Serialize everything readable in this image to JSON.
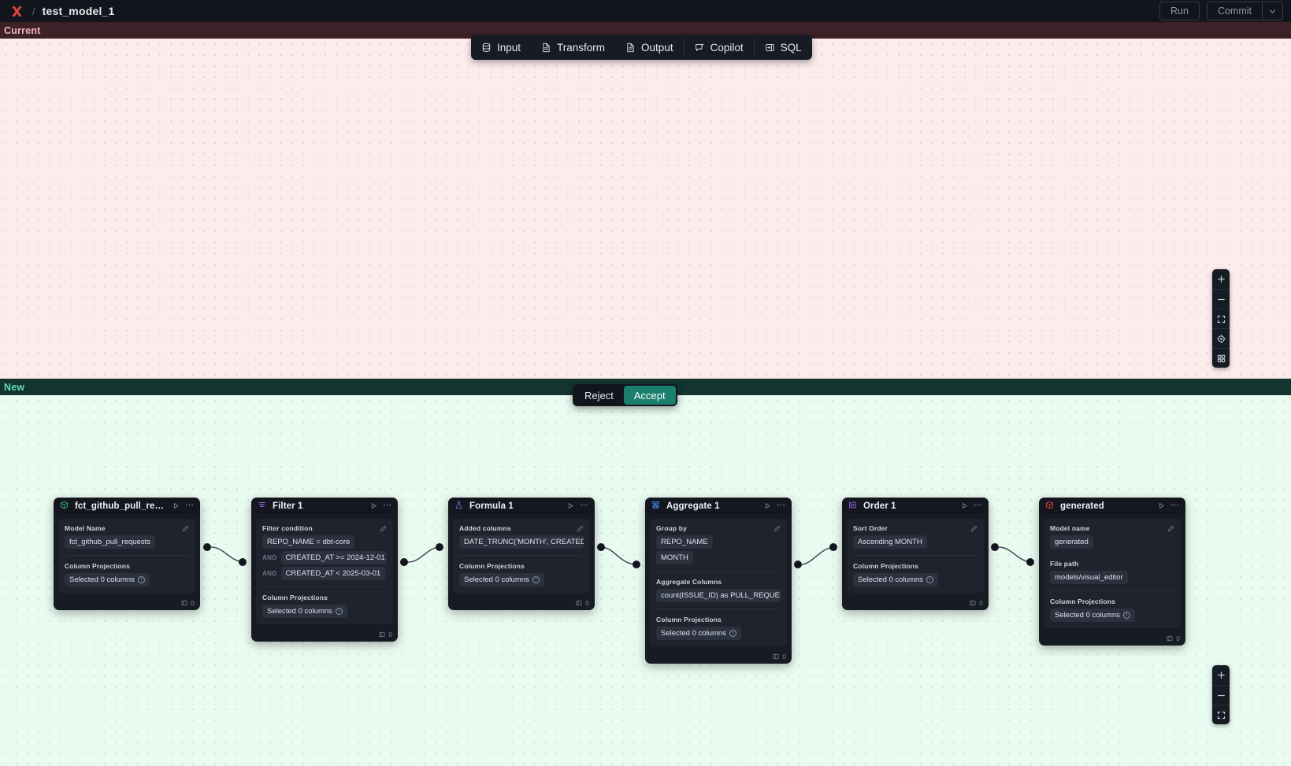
{
  "topbar": {
    "logo_icon": "x-logo-icon",
    "separator": "/",
    "title": "test_model_1",
    "run_label": "Run",
    "commit_label": "Commit",
    "commit_caret_icon": "chevron-down-icon"
  },
  "banners": {
    "current": "Current",
    "new": "New"
  },
  "mode_toolbar": {
    "items": [
      {
        "label": "Input",
        "icon": "database-icon"
      },
      {
        "label": "Transform",
        "icon": "file-text-icon"
      },
      {
        "label": "Output",
        "icon": "file-text-icon"
      },
      {
        "label": "Copilot",
        "icon": "chat-sparkle-icon"
      },
      {
        "label": "SQL",
        "icon": "sql-panel-icon"
      }
    ]
  },
  "decision": {
    "reject_label": "Reject",
    "accept_label": "Accept",
    "accept_color": "#1b7f6d"
  },
  "zoom_controls": {
    "top": [
      {
        "icon": "plus-icon"
      },
      {
        "icon": "minus-icon"
      },
      {
        "icon": "fit-screen-icon"
      },
      {
        "icon": "target-lock-icon"
      },
      {
        "icon": "grid-icon"
      }
    ],
    "bottom": [
      {
        "icon": "plus-icon"
      },
      {
        "icon": "minus-icon"
      },
      {
        "icon": "fit-screen-icon"
      }
    ]
  },
  "nodes": [
    {
      "id": "source",
      "title": "fct_github_pull_requests",
      "icon": "cube-icon-green",
      "icon_color": "#3bbf7f",
      "run_icon": "play-icon",
      "menu_icon": "ellipsis-icon",
      "rows_count": "0",
      "sections": [
        {
          "label": "Model Name",
          "has_pencil": true,
          "values": [
            {
              "text": "fct_github_pull_requests"
            }
          ]
        },
        {
          "label": "Column Projections",
          "has_pencil": false,
          "values": [
            {
              "text": "Selected 0 columns",
              "info": true
            }
          ]
        }
      ]
    },
    {
      "id": "filter1",
      "title": "Filter 1",
      "icon": "filter-icon-purple",
      "icon_color": "#9b6bf0",
      "run_icon": "play-icon",
      "menu_icon": "ellipsis-icon",
      "rows_count": "0",
      "sections": [
        {
          "label": "Filter condition",
          "has_pencil": true,
          "values": [
            {
              "text": "REPO_NAME = dbt-core"
            },
            {
              "conj": "AND",
              "text": "CREATED_AT >= 2024-12-01"
            },
            {
              "conj": "AND",
              "text": "CREATED_AT < 2025-03-01"
            }
          ]
        },
        {
          "label": "Column Projections",
          "has_pencil": false,
          "values": [
            {
              "text": "Selected 0 columns",
              "info": true
            }
          ]
        }
      ]
    },
    {
      "id": "formula1",
      "title": "Formula 1",
      "icon": "flask-icon-indigo",
      "icon_color": "#6c7ff2",
      "run_icon": "play-icon",
      "menu_icon": "ellipsis-icon",
      "rows_count": "0",
      "sections": [
        {
          "label": "Added columns",
          "has_pencil": true,
          "values": [
            {
              "text": "DATE_TRUNC('MONTH', CREATED_AT…"
            }
          ]
        },
        {
          "label": "Column Projections",
          "has_pencil": false,
          "values": [
            {
              "text": "Selected 0 columns",
              "info": true
            }
          ]
        }
      ]
    },
    {
      "id": "aggregate1",
      "title": "Aggregate 1",
      "icon": "aggregate-icon-blue",
      "icon_color": "#4f8ef7",
      "run_icon": "play-icon",
      "menu_icon": "ellipsis-icon",
      "rows_count": "0",
      "sections": [
        {
          "label": "Group by",
          "has_pencil": true,
          "values": [
            {
              "text": "REPO_NAME"
            },
            {
              "text": "MONTH"
            }
          ]
        },
        {
          "label": "Aggregate Columns",
          "has_pencil": false,
          "values": [
            {
              "text": "count(ISSUE_ID) as PULL_REQUEST_…"
            }
          ]
        },
        {
          "label": "Column Projections",
          "has_pencil": false,
          "values": [
            {
              "text": "Selected 0 columns",
              "info": true
            }
          ]
        }
      ]
    },
    {
      "id": "order1",
      "title": "Order 1",
      "icon": "sort-icon-purple",
      "icon_color": "#9b6bf0",
      "run_icon": "play-icon",
      "menu_icon": "ellipsis-icon",
      "rows_count": "0",
      "sections": [
        {
          "label": "Sort Order",
          "has_pencil": true,
          "values": [
            {
              "text": "Ascending MONTH"
            }
          ]
        },
        {
          "label": "Column Projections",
          "has_pencil": false,
          "values": [
            {
              "text": "Selected 0 columns",
              "info": true
            }
          ]
        }
      ]
    },
    {
      "id": "generated",
      "title": "generated",
      "icon": "cube-icon-red",
      "icon_color": "#e8453c",
      "run_icon": "play-icon",
      "menu_icon": "ellipsis-icon",
      "rows_count": "0",
      "sections": [
        {
          "label": "Model name",
          "has_pencil": true,
          "values": [
            {
              "text": "generated"
            }
          ]
        },
        {
          "label": "File path",
          "has_pencil": false,
          "values": [
            {
              "text": "models/visual_editor"
            }
          ]
        },
        {
          "label": "Column Projections",
          "has_pencil": false,
          "values": [
            {
              "text": "Selected 0 columns",
              "info": true
            }
          ]
        }
      ]
    }
  ]
}
